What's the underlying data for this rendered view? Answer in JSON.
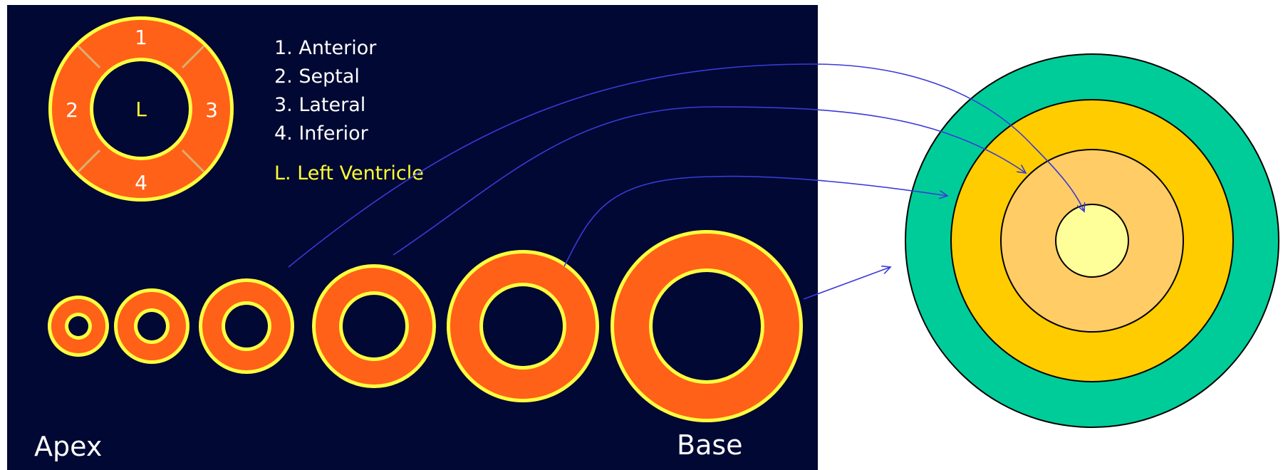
{
  "colors": {
    "panel_bg": "#000833",
    "ring_fill": "#ff6118",
    "ring_outline": "#ffff40",
    "divider": "#d8b070",
    "legend_text": "#ffffff",
    "ventricle_text": "#ffff33",
    "arrow": "#3a3ad8",
    "bullseye_outer": "#00cc99",
    "bullseye_ring2": "#ffcc00",
    "bullseye_ring3": "#ffcc66",
    "bullseye_center": "#ffff99",
    "bullseye_stroke": "#000000"
  },
  "segment_diagram": {
    "segments": [
      {
        "number": "1"
      },
      {
        "number": "2"
      },
      {
        "number": "3"
      },
      {
        "number": "4"
      }
    ],
    "center_label": "L"
  },
  "legend": {
    "items": [
      "1. Anterior",
      "2. Septal",
      "3. Lateral",
      "4. Inferior"
    ],
    "ventricle": "L. Left Ventricle"
  },
  "slices": {
    "start_label": "Apex",
    "end_label": "Base",
    "count": 6
  },
  "bullseye": {
    "rings": 4
  }
}
